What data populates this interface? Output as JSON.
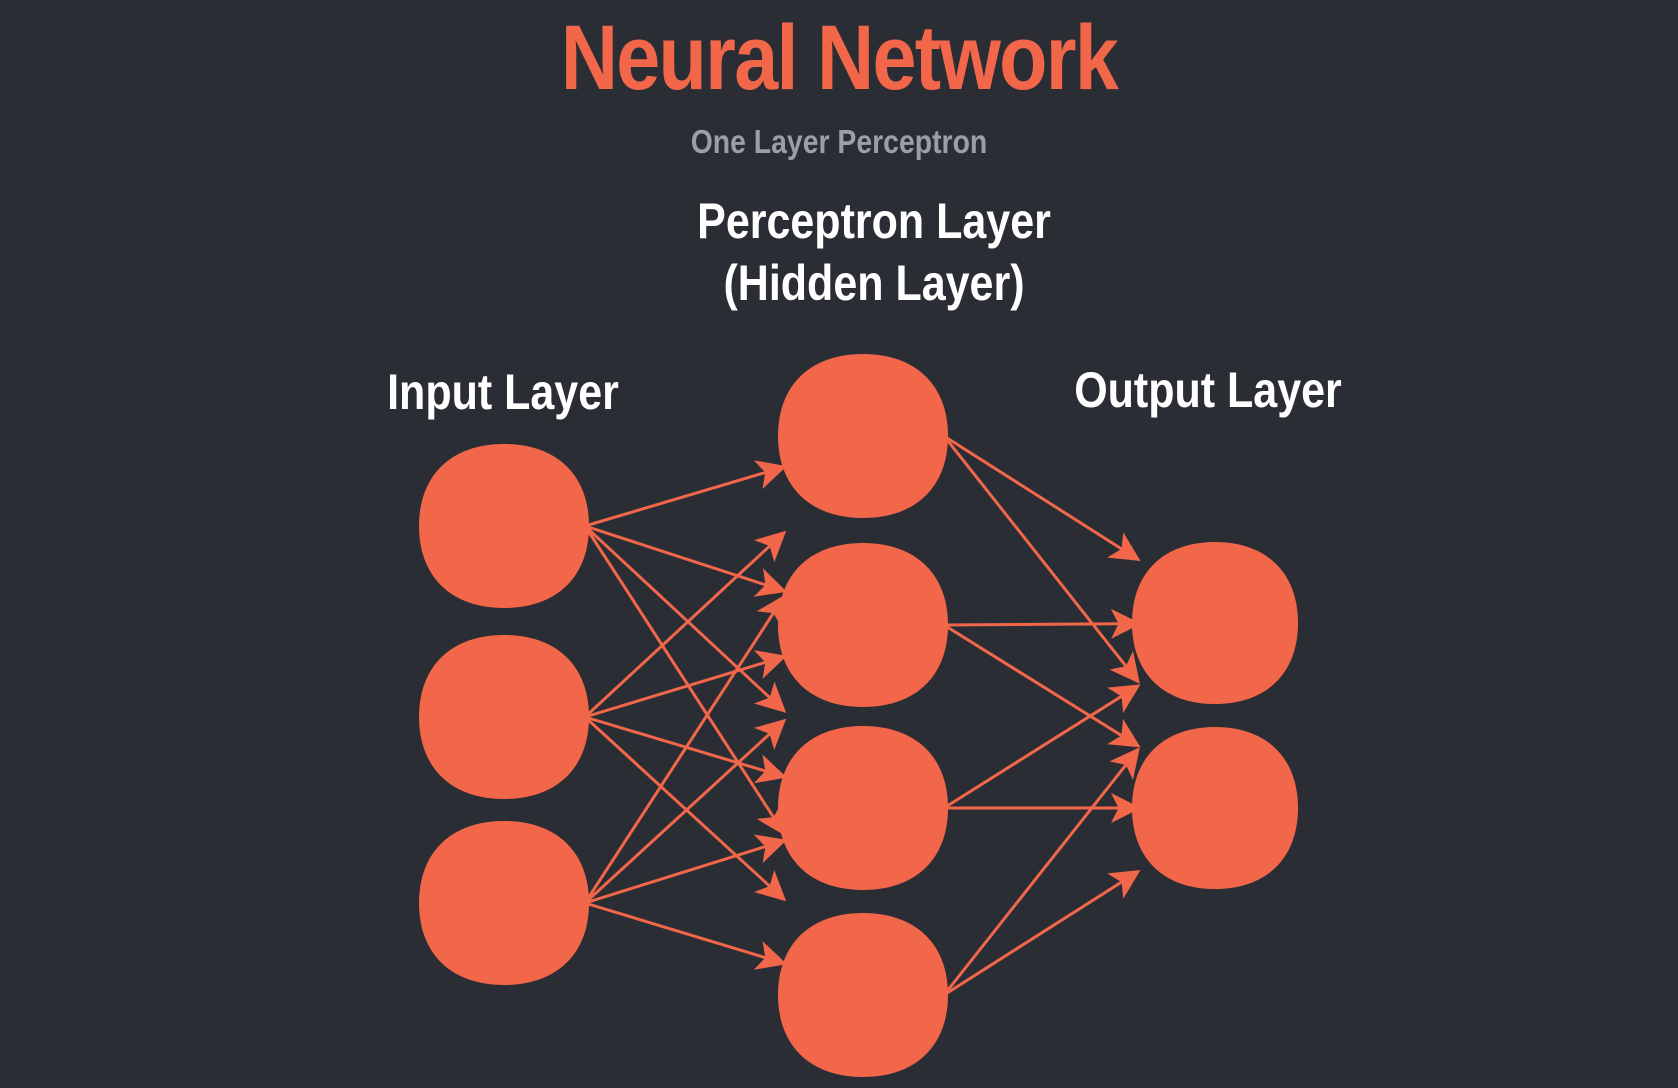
{
  "title": "Neural Network",
  "subtitle": "One Layer Perceptron",
  "layers": {
    "hidden": {
      "label_line1": "Perceptron Layer",
      "label_line2": "(Hidden Layer)",
      "node_count": 4
    },
    "input": {
      "label": "Input Layer",
      "node_count": 3
    },
    "output": {
      "label": "Output Layer",
      "node_count": 2
    }
  },
  "connections": "fully-connected",
  "colors": {
    "background": "#2a2d34",
    "accent": "#f26649",
    "subtitle": "#9b9ea4",
    "label": "#ffffff"
  }
}
